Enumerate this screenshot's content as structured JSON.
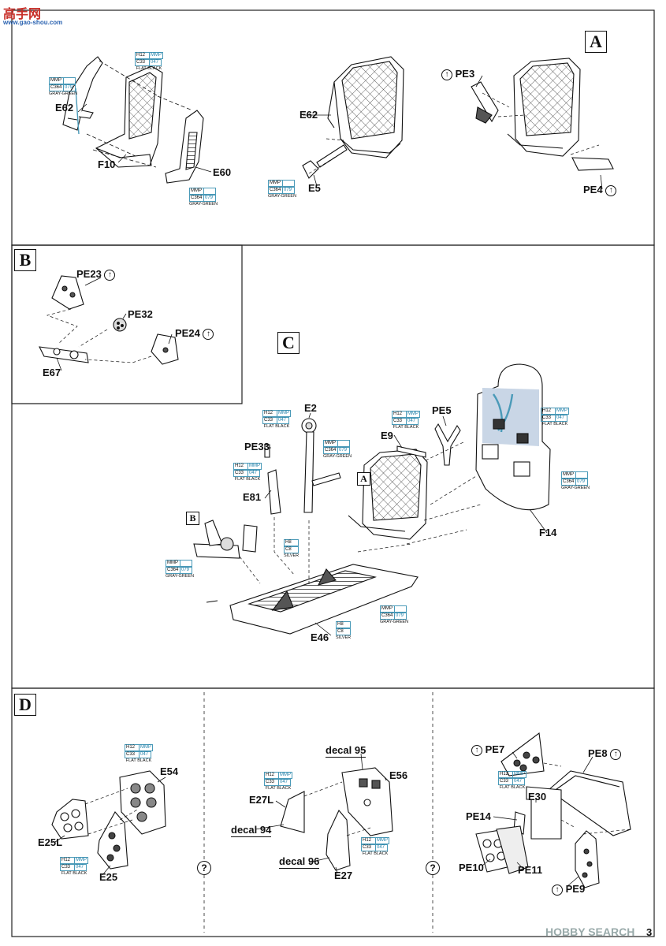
{
  "watermark_top": {
    "logo": "高手网",
    "url": "www.gao-shou.com"
  },
  "watermark_bottom": "HOBBY SEARCH",
  "page_number": "3",
  "section_letters": {
    "a": "A",
    "b": "B",
    "c": "C",
    "d": "D"
  },
  "parts": {
    "e62_a": "E62",
    "f10": "F10",
    "e60": "E60",
    "e62_b": "E62",
    "e5": "E5",
    "pe3": "PE3",
    "pe4": "PE4",
    "pe23": "PE23",
    "pe32": "PE32",
    "pe24": "PE24",
    "e67": "E67",
    "e2": "E2",
    "pe33": "PE33",
    "e81": "E81",
    "e9": "E9",
    "pe5": "PE5",
    "f14": "F14",
    "e46": "E46",
    "e54": "E54",
    "e25l": "E25L",
    "e25": "E25",
    "decal95": "decal 95",
    "e56": "E56",
    "e27l": "E27L",
    "decal94": "decal 94",
    "decal96": "decal 96",
    "e27": "E27",
    "pe7": "PE7",
    "pe8": "PE8",
    "e30": "E30",
    "pe14": "PE14",
    "pe10": "PE10",
    "pe11": "PE11",
    "pe9": "PE9"
  },
  "paints": {
    "black": {
      "c1": "H12",
      "c2": "MMP",
      "c3": "C33",
      "c4": "047",
      "name": "FLAT BLACK"
    },
    "green": {
      "c1": "MMP",
      "c2": "",
      "c3": "C364",
      "c4": "079",
      "name": "GRAY-GREEN"
    },
    "silver": {
      "c1": "H8",
      "c2": "",
      "c3": "C8",
      "c4": "",
      "name": "SILVER"
    }
  },
  "question_mark": "?",
  "photoetch_symbol": "↑",
  "colors": {
    "accent": "#4a9ab8",
    "shade": "#c9d6e6",
    "line": "#111111"
  }
}
